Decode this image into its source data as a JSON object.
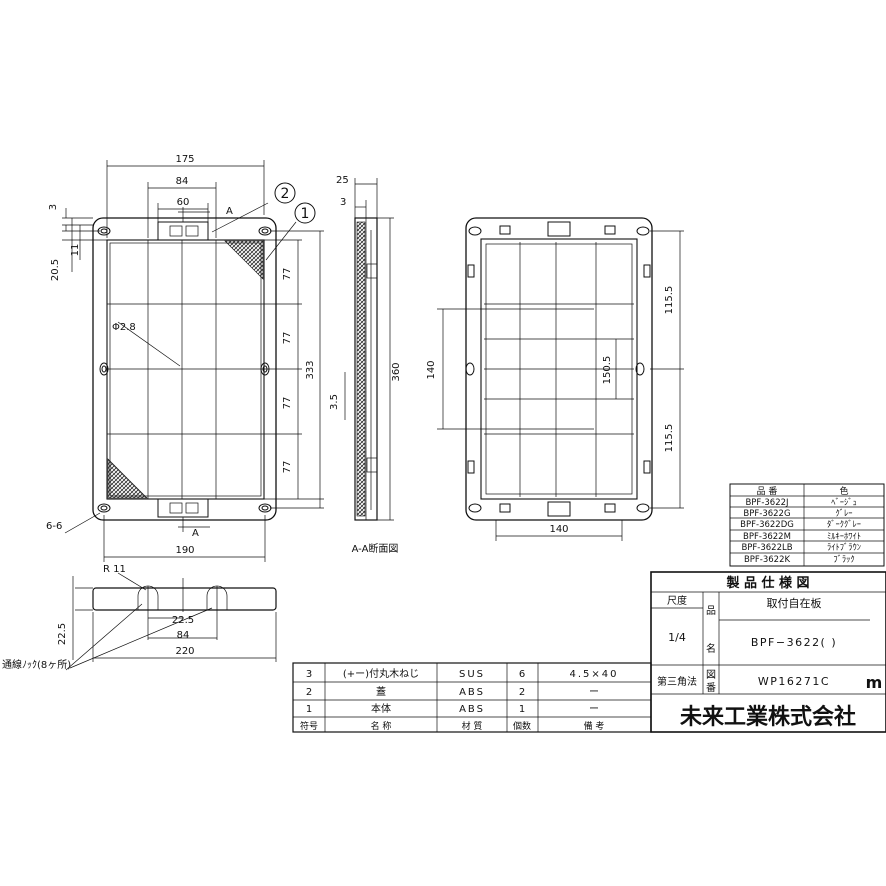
{
  "drawing": {
    "dims": {
      "w175": "175",
      "w84": "84",
      "w60": "60",
      "w3": "3",
      "h20_5": "20.5",
      "h11": "11",
      "h77a": "77",
      "h77b": "77",
      "h77c": "77",
      "h77d": "77",
      "h333": "333",
      "phi": "Φ2.8",
      "w190": "190",
      "hole": "6-6",
      "markA": "A",
      "d25": "25",
      "d3": "3",
      "d3_5": "3.5",
      "d360": "360",
      "r140": "140",
      "r115a": "115.5",
      "r115b": "115.5",
      "r150": "150.5",
      "rw140": "140",
      "r11": "R 11",
      "b22_5h": "22.5",
      "b22_5": "22.5",
      "b84": "84",
      "b220": "220"
    },
    "callouts": {
      "c1": "1",
      "c2": "2"
    },
    "section_label": "A-A断面図",
    "knock_label": "通線ﾉｯｸ(8ヶ所)"
  },
  "color_table": {
    "headers": [
      "品 番",
      "色"
    ],
    "rows": [
      [
        "BPF-3622J",
        "ﾍﾞｰｼﾞｭ"
      ],
      [
        "BPF-3622G",
        "ｸﾞﾚｰ"
      ],
      [
        "BPF-3622DG",
        "ﾀﾞｰｸｸﾞﾚｰ"
      ],
      [
        "BPF-3622M",
        "ﾐﾙｷｰﾎﾜｲﾄ"
      ],
      [
        "BPF-3622LB",
        "ﾗｲﾄﾌﾞﾗｳﾝ"
      ],
      [
        "BPF-3622K",
        "ﾌﾞﾗｯｸ"
      ]
    ]
  },
  "title_block": {
    "title": "製 品 仕 様 図",
    "scale_label": "尺度",
    "scale_value": "1/4",
    "hin": "品",
    "mei": "名",
    "zu": "図",
    "ban": "番",
    "product_desc": "取付自在板",
    "product_name": "BPF−3622(  )",
    "projection": "第三角法",
    "drawing_no": "WP16271C",
    "logo": "m",
    "company": "未来工業株式会社"
  },
  "parts_table": {
    "headers": [
      "符号",
      "名   称",
      "材 質",
      "個数",
      "備   考"
    ],
    "rows": [
      [
        "3",
        "(+ー)付丸木ねじ",
        "SUS",
        "6",
        "4.5×40"
      ],
      [
        "2",
        "蓋",
        "ABS",
        "2",
        "ー"
      ],
      [
        "1",
        "本体",
        "ABS",
        "1",
        "ー"
      ]
    ]
  }
}
